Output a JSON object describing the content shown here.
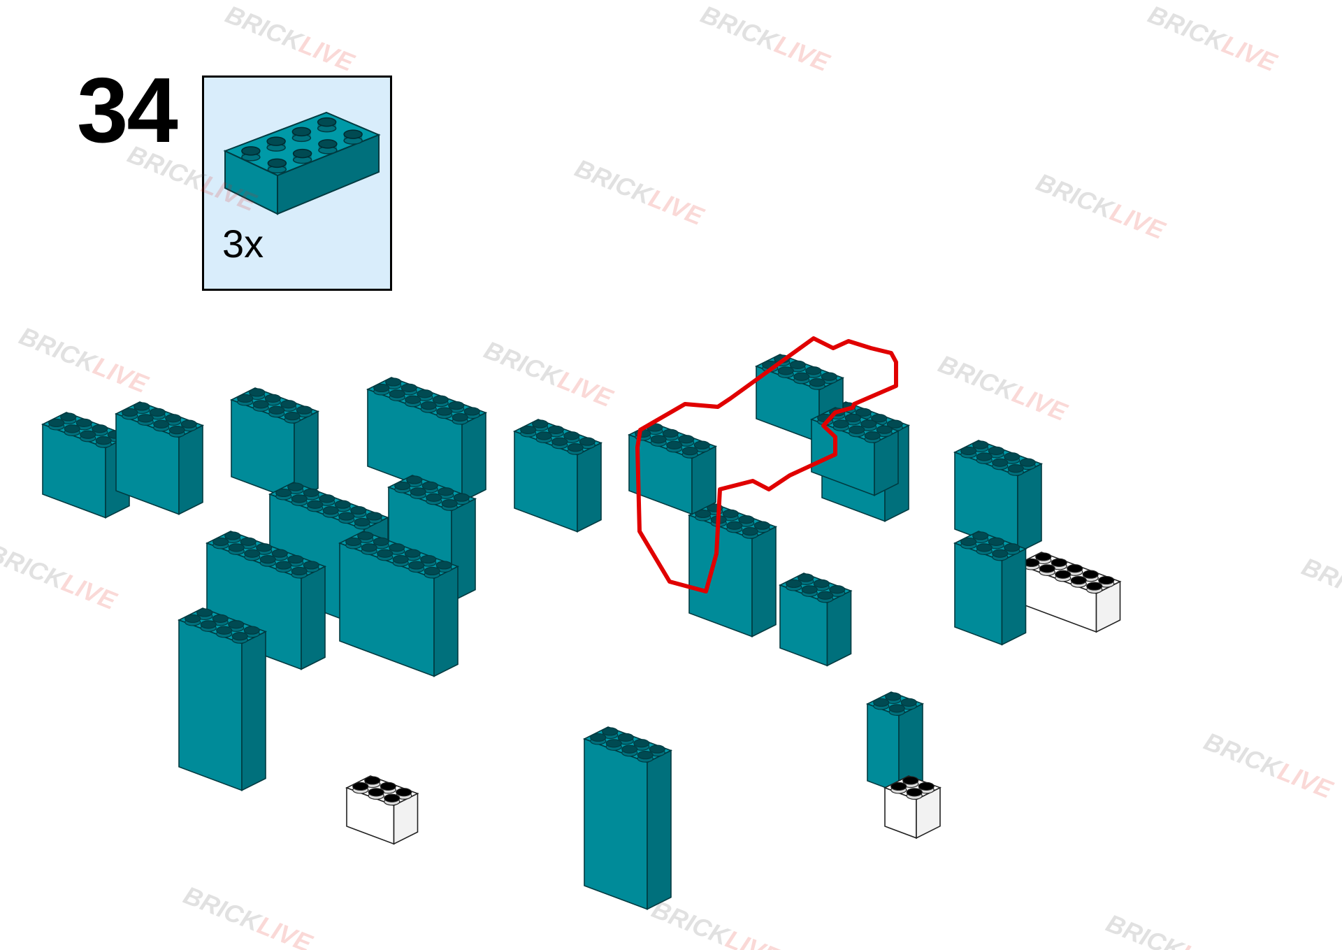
{
  "step": {
    "number": "34"
  },
  "parts_list": [
    {
      "part": "2x4 brick",
      "color": "#008b99",
      "quantity": "3x"
    }
  ],
  "watermark": {
    "part_a": "BRICK",
    "part_b": "LIVE"
  },
  "colors": {
    "teal_front": "#008b99",
    "teal_side": "#00707c",
    "teal_top": "#009aa8",
    "stud": "#004a52",
    "white_brick": "#ffffff",
    "highlight_outline": "#e00000",
    "callout_background": "#d9edfb"
  }
}
